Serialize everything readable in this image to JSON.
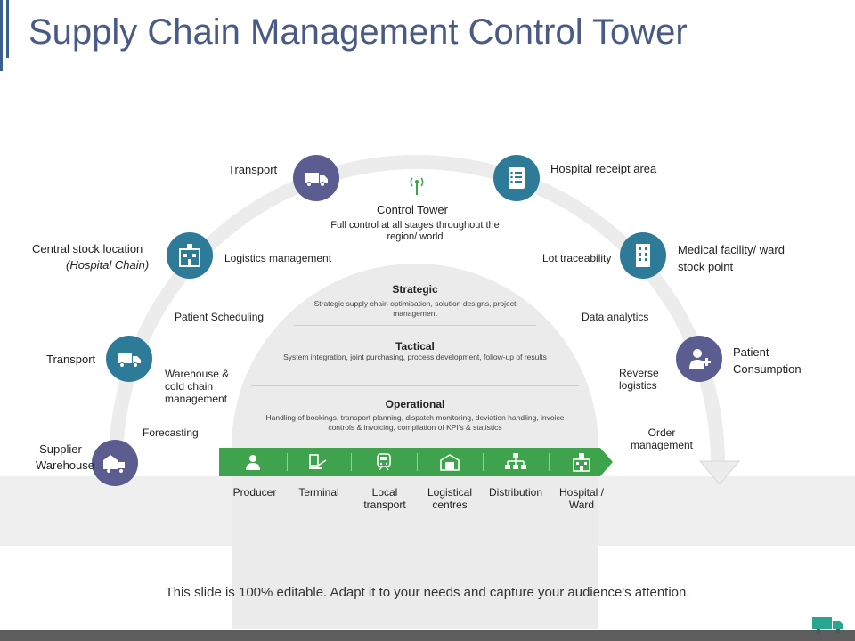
{
  "title": "Supply Chain Management Control Tower",
  "control_tower": {
    "title": "Control Tower",
    "description": "Full control at all stages throughout the region/ world"
  },
  "arc_nodes": {
    "supplier_warehouse": "Supplier Warehouse",
    "transport_left": "Transport",
    "central_stock": "Central stock location",
    "central_stock_sub": "(Hospital Chain)",
    "transport_top": "Transport",
    "hospital_receipt": "Hospital receipt area",
    "medical_facility": "Medical facility/ ward stock point",
    "patient_consumption": "Patient Consumption"
  },
  "inner_labels": {
    "forecasting": "Forecasting",
    "warehouse_cold": "Warehouse & cold chain management",
    "patient_scheduling": "Patient Scheduling",
    "logistics_management": "Logistics management",
    "lot_traceability": "Lot traceability",
    "data_analytics": "Data analytics",
    "reverse_logistics": "Reverse logistics",
    "order_management": "Order management"
  },
  "tiers": [
    {
      "name": "Strategic",
      "desc": "Strategic supply chain optimisation, solution designs, project management"
    },
    {
      "name": "Tactical",
      "desc": "System integration, joint purchasing, process development, follow-up of results"
    },
    {
      "name": "Operational",
      "desc": "Handling of bookings, transport planning, dispatch monitoring, deviation handling, invoice controls & invoicing, compilation of KPI's & statistics"
    }
  ],
  "stages": [
    "Producer",
    "Terminal",
    "Local transport",
    "Logistical centres",
    "Distribution",
    "Hospital / Ward"
  ],
  "footer": "This slide is 100% editable. Adapt it to your needs and capture your audience's attention.",
  "colors": {
    "purple": "#5b5c8f",
    "teal": "#2e7a99",
    "green": "#3fa34d",
    "title": "#4a5a86"
  }
}
